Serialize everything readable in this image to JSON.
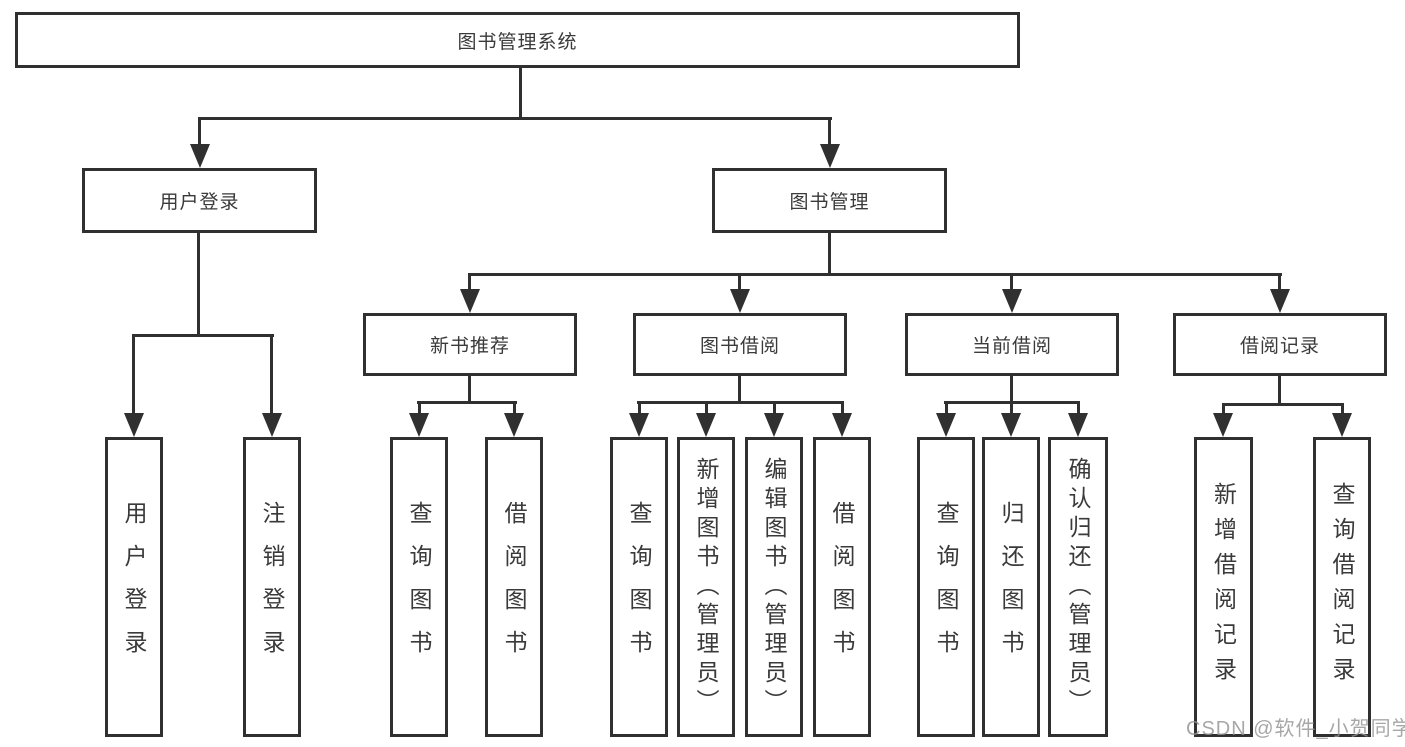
{
  "tree": {
    "label": "图书管理系统",
    "children": [
      {
        "label": "用户登录",
        "children": [
          {
            "label": "用户登录"
          },
          {
            "label": "注销登录"
          }
        ]
      },
      {
        "label": "图书管理",
        "children": [
          {
            "label": "新书推荐",
            "children": [
              {
                "label": "查询图书"
              },
              {
                "label": "借阅图书"
              }
            ]
          },
          {
            "label": "图书借阅",
            "children": [
              {
                "label": "查询图书"
              },
              {
                "label": "新增图书（管理员）"
              },
              {
                "label": "编辑图书（管理员）"
              },
              {
                "label": "借阅图书"
              }
            ]
          },
          {
            "label": "当前借阅",
            "children": [
              {
                "label": "查询图书"
              },
              {
                "label": "归还图书"
              },
              {
                "label": "确认归还（管理员）"
              }
            ]
          },
          {
            "label": "借阅记录",
            "children": [
              {
                "label": "新增借阅记录"
              },
              {
                "label": "查询借阅记录"
              }
            ]
          }
        ]
      }
    ]
  },
  "watermark": {
    "text": "CSDN @软件_小贺同学"
  },
  "colors": {
    "line": "#303030",
    "text": "#3a3a3a",
    "background": "#ffffff",
    "watermark_gray": "#949494"
  }
}
